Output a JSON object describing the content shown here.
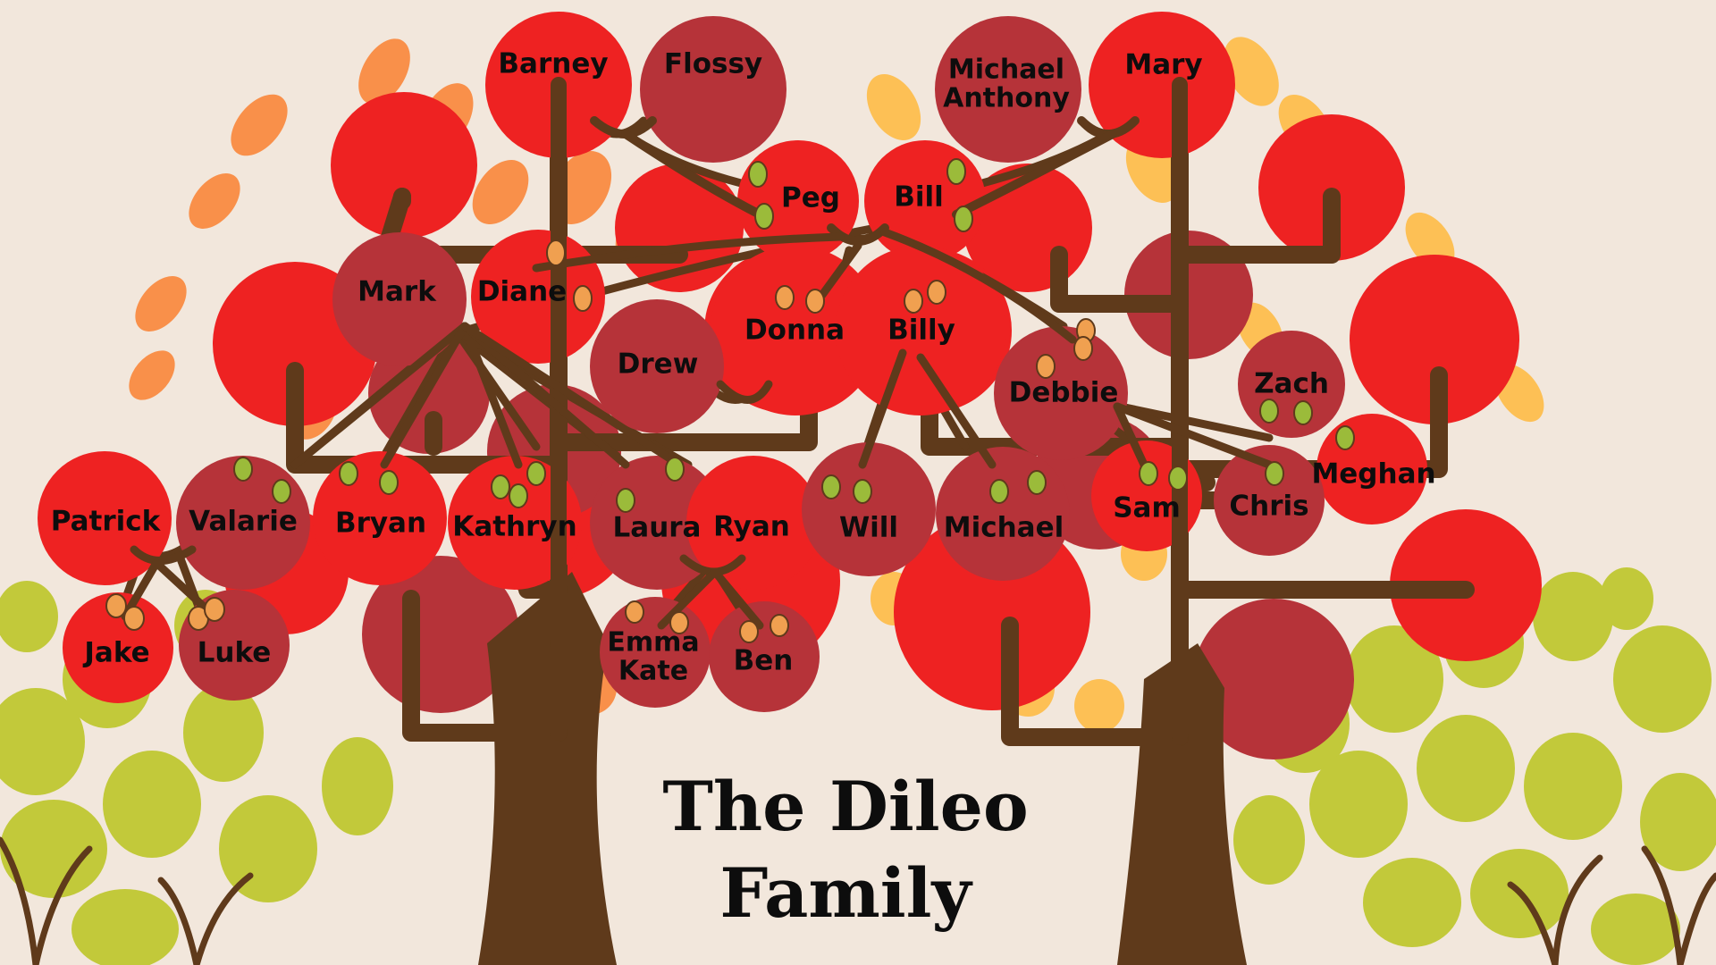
{
  "title": {
    "line1": "The Dileo",
    "line2": "Family"
  },
  "members": {
    "barney": "Barney",
    "flossy": "Flossy",
    "michael_anthony_1": "Michael",
    "michael_anthony_2": "Anthony",
    "mary": "Mary",
    "peg": "Peg",
    "bill": "Bill",
    "mark": "Mark",
    "diane": "Diane",
    "donna": "Donna",
    "billy": "Billy",
    "drew": "Drew",
    "debbie": "Debbie",
    "zach": "Zach",
    "meghan": "Meghan",
    "patrick": "Patrick",
    "valarie": "Valarie",
    "bryan": "Bryan",
    "kathryn": "Kathryn",
    "laura": "Laura",
    "ryan": "Ryan",
    "will": "Will",
    "michael": "Michael",
    "sam": "Sam",
    "chris": "Chris",
    "jake": "Jake",
    "luke": "Luke",
    "emma_kate_1": "Emma",
    "emma_kate_2": "Kate",
    "ben": "Ben"
  },
  "colors": {
    "background": "#f2e7dc",
    "bright_red": "#ee2222",
    "dark_red": "#b63339",
    "trunk_brown": "#5f3a1b",
    "orange_leaf": "#f9904a",
    "yellow_leaf": "#fdc055",
    "green_leaf": "#c2c93a",
    "text": "#0d0d0d"
  }
}
